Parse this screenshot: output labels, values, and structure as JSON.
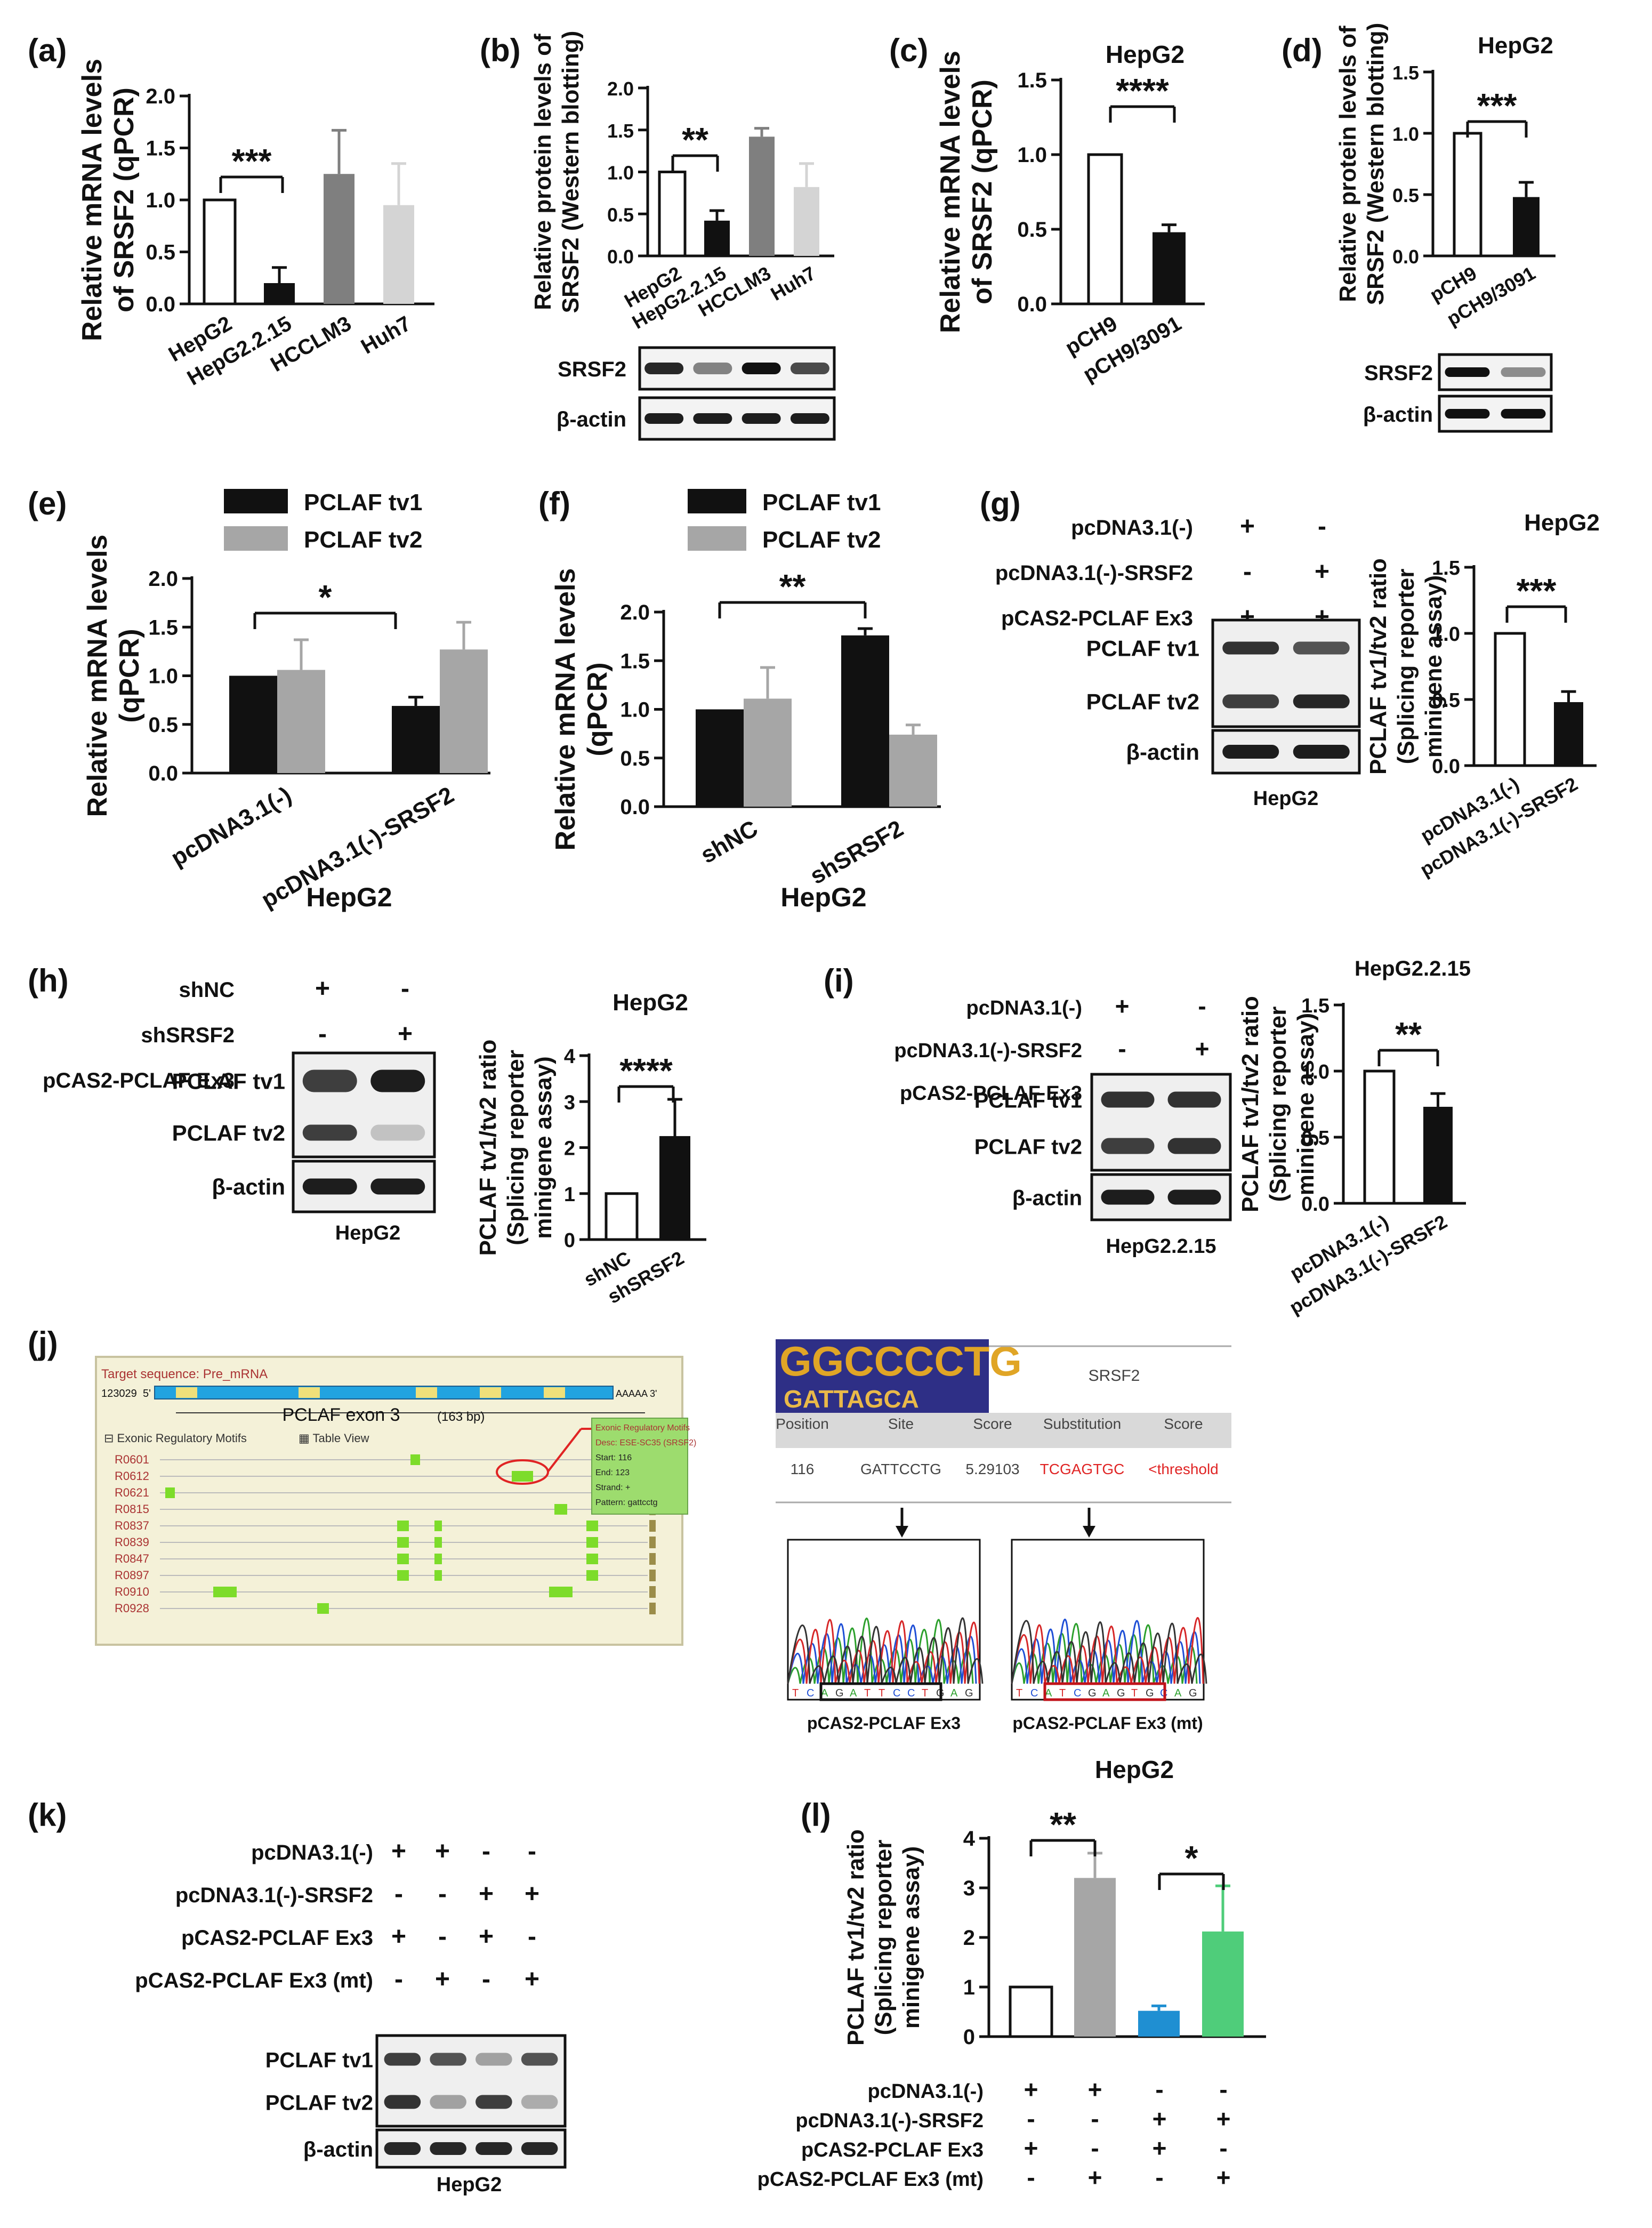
{
  "panels": {
    "a": {
      "letter": "(a)",
      "title": "",
      "ylabel": [
        "Relative mRNA levels",
        "of SRSF2 (qPCR)"
      ],
      "ticks": [
        "0.0",
        "0.5",
        "1.0",
        "1.5",
        "2.0"
      ],
      "sig": "***",
      "chart_data": {
        "type": "bar",
        "categories": [
          "HepG2",
          "HepG2.2.15",
          "HCCLM3",
          "Huh7"
        ],
        "values": [
          1.0,
          0.2,
          1.25,
          0.95
        ],
        "errors": [
          0,
          0.15,
          0.42,
          0.4
        ],
        "ylim": [
          0,
          2.0
        ]
      }
    },
    "b": {
      "letter": "(b)",
      "title": "",
      "ylabel": [
        "Relative protein levels of",
        "SRSF2 (Western blotting)"
      ],
      "ticks": [
        "0.0",
        "0.5",
        "1.0",
        "1.5",
        "2.0"
      ],
      "sig": "**",
      "chart_data": {
        "type": "bar",
        "categories": [
          "HepG2",
          "HepG2.2.15",
          "HCCLM3",
          "Huh7"
        ],
        "values": [
          1.0,
          0.42,
          1.42,
          0.82
        ],
        "errors": [
          0,
          0.12,
          0.1,
          0.28
        ],
        "ylim": [
          0,
          2.0
        ]
      },
      "blot_rows": [
        "SRSF2",
        "β-actin"
      ]
    },
    "c": {
      "letter": "(c)",
      "title": "HepG2",
      "ylabel": [
        "Relative mRNA levels",
        "of SRSF2 (qPCR)"
      ],
      "ticks": [
        "0.0",
        "0.5",
        "1.0",
        "1.5"
      ],
      "sig": "****",
      "chart_data": {
        "type": "bar",
        "categories": [
          "pCH9",
          "pCH9/3091"
        ],
        "values": [
          1.0,
          0.48
        ],
        "errors": [
          0,
          0.05
        ],
        "ylim": [
          0,
          1.5
        ]
      }
    },
    "d": {
      "letter": "(d)",
      "title": "HepG2",
      "ylabel": [
        "Relative protein levels of",
        "SRSF2 (Western blotting)"
      ],
      "ticks": [
        "0.0",
        "0.5",
        "1.0",
        "1.5"
      ],
      "sig": "***",
      "chart_data": {
        "type": "bar",
        "categories": [
          "pCH9",
          "pCH9/3091"
        ],
        "values": [
          1.0,
          0.48
        ],
        "errors": [
          0,
          0.12
        ],
        "ylim": [
          0,
          1.5
        ]
      },
      "blot_rows": [
        "SRSF2",
        "β-actin"
      ]
    },
    "e": {
      "letter": "(e)",
      "title": "",
      "ylabel": [
        "Relative mRNA levels",
        "(qPCR)"
      ],
      "ticks": [
        "0.0",
        "0.5",
        "1.0",
        "1.5",
        "2.0"
      ],
      "sig": "*",
      "xlabel": "HepG2",
      "chart_data": {
        "type": "bar",
        "categories": [
          "pcDNA3.1(-)",
          "pcDNA3.1(-)-SRSF2"
        ],
        "series": [
          {
            "name": "PCLAF tv1",
            "values": [
              1.0,
              0.69
            ],
            "errors": [
              0,
              0.09
            ]
          },
          {
            "name": "PCLAF tv2",
            "values": [
              1.06,
              1.27
            ],
            "errors": [
              0.31,
              0.28
            ]
          }
        ],
        "ylim": [
          0,
          2.0
        ]
      }
    },
    "f": {
      "letter": "(f)",
      "title": "",
      "ylabel": [
        "Relative mRNA levels",
        "(qPCR)"
      ],
      "ticks": [
        "0.0",
        "0.5",
        "1.0",
        "1.5",
        "2.0"
      ],
      "sig": "**",
      "xlabel": "HepG2",
      "chart_data": {
        "type": "bar",
        "categories": [
          "shNC",
          "shSRSF2"
        ],
        "series": [
          {
            "name": "PCLAF tv1",
            "values": [
              1.0,
              1.76
            ],
            "errors": [
              0,
              0.07
            ]
          },
          {
            "name": "PCLAF tv2",
            "values": [
              1.11,
              0.74
            ],
            "errors": [
              0.32,
              0.1
            ]
          }
        ],
        "ylim": [
          0,
          2.0
        ]
      }
    },
    "g": {
      "letter": "(g)",
      "title": "HepG2",
      "ylabel": [
        "PCLAF tv1/tv2 ratio",
        "(Splicing reporter",
        "minigene assay)"
      ],
      "ticks": [
        "0.0",
        "0.5",
        "1.0",
        "1.5"
      ],
      "sig": "***",
      "chart_data": {
        "type": "bar",
        "categories": [
          "pcDNA3.1(-)",
          "pcDNA3.1(-)-SRSF2"
        ],
        "values": [
          1.0,
          0.48
        ],
        "errors": [
          0,
          0.08
        ],
        "ylim": [
          0,
          1.5
        ]
      },
      "conditions": [
        {
          "label": "pcDNA3.1(-)",
          "signs": [
            "+",
            "-"
          ]
        },
        {
          "label": "pcDNA3.1(-)-SRSF2",
          "signs": [
            "-",
            "+"
          ]
        },
        {
          "label": "pCAS2-PCLAF Ex3",
          "signs": [
            "+",
            "+"
          ]
        }
      ],
      "blot_rows": [
        "PCLAF tv1",
        "PCLAF tv2",
        "β-actin"
      ],
      "blot_caption": "HepG2"
    },
    "h": {
      "letter": "(h)",
      "title": "HepG2",
      "ylabel": [
        "PCLAF tv1/tv2 ratio",
        "(Splicing reporter",
        "minigene assay)"
      ],
      "ticks": [
        "0",
        "1",
        "2",
        "3",
        "4"
      ],
      "sig": "****",
      "chart_data": {
        "type": "bar",
        "categories": [
          "shNC",
          "shSRSF2"
        ],
        "values": [
          1.0,
          2.25
        ],
        "errors": [
          0,
          0.8
        ],
        "ylim": [
          0,
          4
        ]
      },
      "conditions": [
        {
          "label": "shNC",
          "signs": [
            "+",
            "-"
          ]
        },
        {
          "label": "shSRSF2",
          "signs": [
            "-",
            "+"
          ]
        },
        {
          "label": "pCAS2-PCLAF Ex3",
          "signs": [
            "+",
            "+"
          ]
        }
      ],
      "blot_rows": [
        "PCLAF tv1",
        "PCLAF tv2",
        "β-actin"
      ],
      "blot_caption": "HepG2"
    },
    "i": {
      "letter": "(i)",
      "title": "HepG2.2.15",
      "ylabel": [
        "PCLAF tv1/tv2 ratio",
        "(Splicing reporter",
        "minigene assay)"
      ],
      "ticks": [
        "0.0",
        "0.5",
        "1.0",
        "1.5"
      ],
      "sig": "**",
      "chart_data": {
        "type": "bar",
        "categories": [
          "pcDNA3.1(-)",
          "pcDNA3.1(-)-SRSF2"
        ],
        "values": [
          1.0,
          0.73
        ],
        "errors": [
          0,
          0.1
        ],
        "ylim": [
          0,
          1.5
        ]
      },
      "conditions": [
        {
          "label": "pcDNA3.1(-)",
          "signs": [
            "+",
            "-"
          ]
        },
        {
          "label": "pcDNA3.1(-)-SRSF2",
          "signs": [
            "-",
            "+"
          ]
        },
        {
          "label": "pCAS2-PCLAF Ex3",
          "signs": [
            "+",
            "+"
          ]
        }
      ],
      "blot_rows": [
        "PCLAF tv1",
        "PCLAF tv2",
        "β-actin"
      ],
      "blot_caption": "HepG2.2.15"
    },
    "j": {
      "letter": "(j)",
      "browser": {
        "target": "Target sequence: Pre_mRNA",
        "left_num": "123029",
        "five": "5'",
        "tail": "AAAAA 3'",
        "exon_label": "PCLAF",
        "exon_name": "exon 3",
        "exon_bp": "(163 bp)",
        "section": "Exonic Regulatory Motifs",
        "table_view": "Table View",
        "motifs": [
          "R0601",
          "R0612",
          "R0621",
          "R0815",
          "R0837",
          "R0839",
          "R0847",
          "R0897",
          "R0910",
          "R0928"
        ],
        "popup": [
          "Exonic Regulatory Motifs",
          "Desc: ESE-SC35 (SRSF2)",
          "Start: 116",
          "End: 123",
          "Strand: +",
          "Pattern: gattcctg"
        ]
      },
      "logo": {
        "top": "GGCCCCTG",
        "bottom": "GATTAGCA",
        "name": "SRSF2"
      },
      "table": {
        "headers": [
          "Position",
          "Site",
          "Score",
          "Substitution",
          "Score"
        ],
        "row": [
          "116",
          "GATTCCTG",
          "5.29103",
          "TCGAGTGC",
          "<threshold"
        ]
      },
      "traces": [
        {
          "bases": "TCAGATTCCTGAG",
          "caption": "pCAS2-PCLAF Ex3"
        },
        {
          "bases": "TCATCGAGTGCAG",
          "caption": "pCAS2-PCLAF Ex3 (mt)"
        }
      ]
    },
    "k": {
      "letter": "(k)",
      "conditions": [
        {
          "label": "pcDNA3.1(-)",
          "signs": [
            "+",
            "+",
            "-",
            "-"
          ]
        },
        {
          "label": "pcDNA3.1(-)-SRSF2",
          "signs": [
            "-",
            "-",
            "+",
            "+"
          ]
        },
        {
          "label": "pCAS2-PCLAF Ex3",
          "signs": [
            "+",
            "-",
            "+",
            "-"
          ]
        },
        {
          "label": "pCAS2-PCLAF Ex3 (mt)",
          "signs": [
            "-",
            "+",
            "-",
            "+"
          ]
        }
      ],
      "blot_rows": [
        "PCLAF tv1",
        "PCLAF tv2",
        "β-actin"
      ],
      "blot_caption": "HepG2"
    },
    "l": {
      "letter": "(l)",
      "title": "HepG2",
      "ylabel": [
        "PCLAF tv1/tv2 ratio",
        "(Splicing reporter",
        "minigene assay)"
      ],
      "ticks": [
        "0",
        "1",
        "2",
        "3",
        "4"
      ],
      "sig": [
        "**",
        "*"
      ],
      "chart_data": {
        "type": "bar",
        "categories": [
          "1",
          "2",
          "3",
          "4"
        ],
        "values": [
          1.0,
          3.2,
          0.52,
          2.12
        ],
        "errors": [
          0,
          0.5,
          0.1,
          0.92
        ],
        "ylim": [
          0,
          4
        ]
      },
      "conditions": [
        {
          "label": "pcDNA3.1(-)",
          "signs": [
            "+",
            "+",
            "-",
            "-"
          ]
        },
        {
          "label": "pcDNA3.1(-)-SRSF2",
          "signs": [
            "-",
            "-",
            "+",
            "+"
          ]
        },
        {
          "label": "pCAS2-PCLAF Ex3",
          "signs": [
            "+",
            "-",
            "+",
            "-"
          ]
        },
        {
          "label": "pCAS2-PCLAF Ex3 (mt)",
          "signs": [
            "-",
            "+",
            "-",
            "+"
          ]
        }
      ]
    }
  },
  "colors": {
    "black": "#111111",
    "darkgray": "#7f7f7f",
    "lightgray": "#d4d4d4",
    "gray": "#a6a6a6",
    "blue": "#1f8fd2",
    "green": "#4fcd7a",
    "browser_bg": "#f4f1d8",
    "motif_green": "#7ddc2a",
    "exon_blue": "#22a3e0",
    "logo_bg": "#2e2f86",
    "red": "#e02424"
  }
}
